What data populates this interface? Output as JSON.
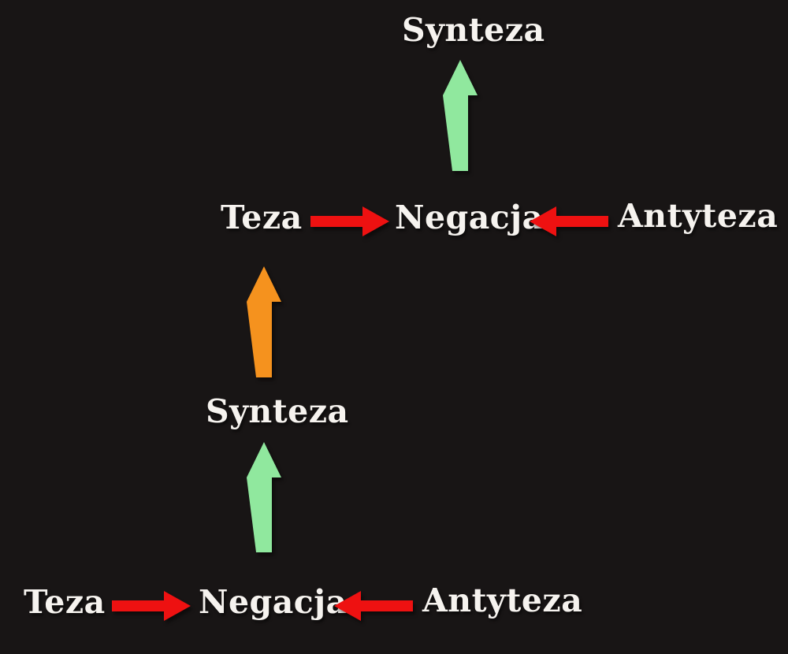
{
  "diagram": {
    "description": "Dialectic process diagram (Polish): Teza + Antyteza produce Negacja, which leads to Synteza; the cycle repeats at a higher level",
    "labels": {
      "synteza_top": "Synteza",
      "teza_mid": "Teza",
      "negacja_mid": "Negacja",
      "antyteza_mid": "Antyteza",
      "synteza_lower": "Synteza",
      "teza_bottom": "Teza",
      "negacja_bottom": "Negacja",
      "antyteza_bottom": "Antyteza"
    },
    "arrows": [
      {
        "from": "negacja_mid",
        "to": "synteza_top",
        "direction": "up",
        "color_key": "green"
      },
      {
        "from": "teza_mid",
        "to": "negacja_mid",
        "direction": "right",
        "color_key": "red"
      },
      {
        "from": "antyteza_mid",
        "to": "negacja_mid",
        "direction": "left",
        "color_key": "red"
      },
      {
        "from": "synteza_lower",
        "to": "teza_mid",
        "direction": "up",
        "color_key": "orange"
      },
      {
        "from": "negacja_bottom",
        "to": "synteza_lower",
        "direction": "up",
        "color_key": "green"
      },
      {
        "from": "teza_bottom",
        "to": "negacja_bottom",
        "direction": "right",
        "color_key": "red"
      },
      {
        "from": "antyteza_bottom",
        "to": "negacja_bottom",
        "direction": "left",
        "color_key": "red"
      }
    ]
  },
  "colors": {
    "background": "#181515",
    "text": "#f6f3ef",
    "green": "#90e89e",
    "orange": "#f5921e",
    "red": "#ee1111"
  }
}
